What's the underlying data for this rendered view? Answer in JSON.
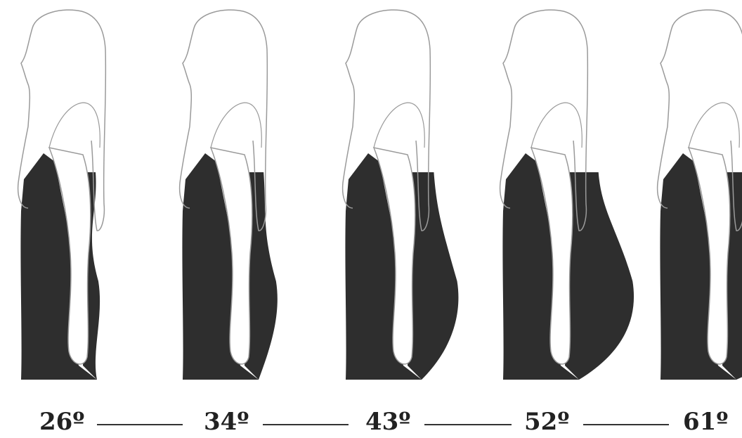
{
  "figure": {
    "colors": {
      "body_fill": "#2e2e2e",
      "outline": "#9a9a9a",
      "background": "#ffffff",
      "label_color": "#222222"
    },
    "stages": [
      {
        "label": "26º",
        "angle": 26
      },
      {
        "label": "34º",
        "angle": 34
      },
      {
        "label": "43º",
        "angle": 43
      },
      {
        "label": "52º",
        "angle": 52
      },
      {
        "label": "61º",
        "angle": 61
      }
    ]
  }
}
